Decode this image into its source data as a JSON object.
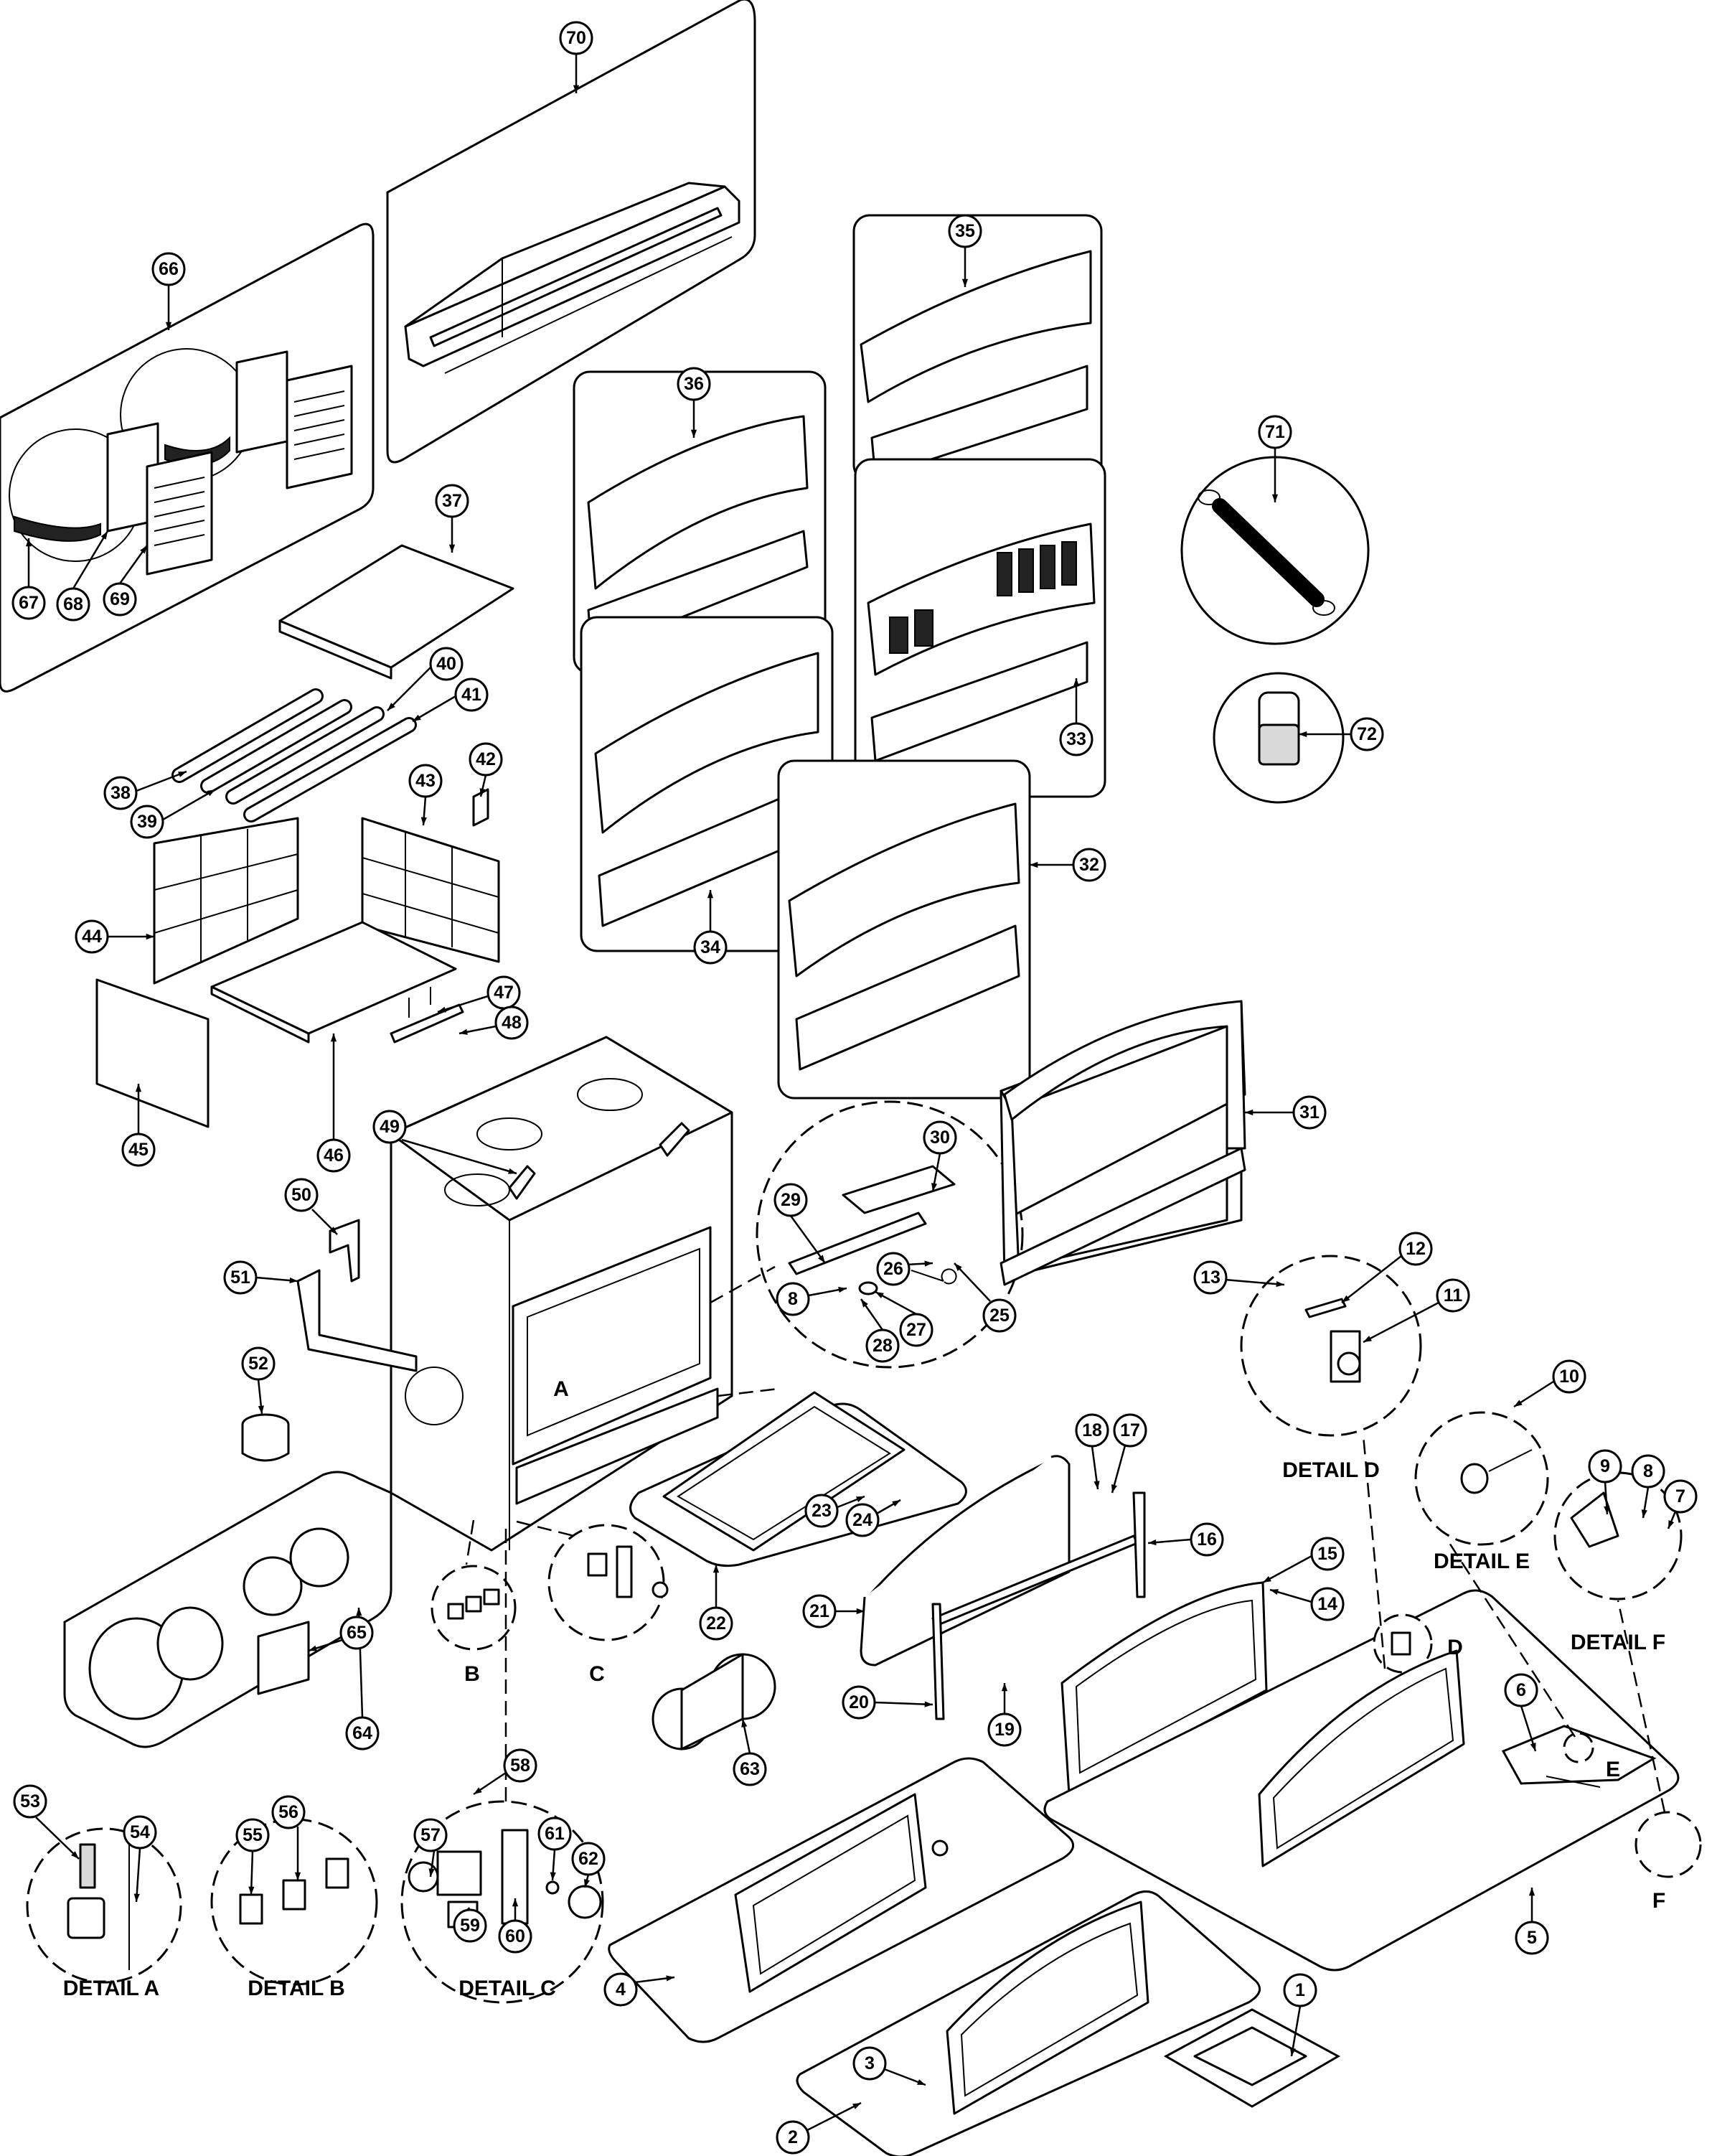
{
  "callouts": [
    "1",
    "2",
    "3",
    "4",
    "5",
    "6",
    "7",
    "8",
    "8",
    "9",
    "10",
    "11",
    "12",
    "13",
    "14",
    "15",
    "16",
    "17",
    "18",
    "19",
    "20",
    "21",
    "22",
    "23",
    "24",
    "25",
    "26",
    "27",
    "28",
    "29",
    "30",
    "31",
    "32",
    "33",
    "34",
    "35",
    "36",
    "37",
    "38",
    "39",
    "40",
    "41",
    "42",
    "43",
    "44",
    "45",
    "46",
    "47",
    "48",
    "49",
    "50",
    "51",
    "52",
    "53",
    "54",
    "55",
    "56",
    "57",
    "58",
    "59",
    "60",
    "61",
    "62",
    "63",
    "64",
    "65",
    "66",
    "67",
    "68",
    "69",
    "70",
    "71",
    "72"
  ],
  "detail_titles": {
    "a": "DETAIL A",
    "b": "DETAIL B",
    "c": "DETAIL C",
    "d": "DETAIL D",
    "e": "DETAIL E",
    "f": "DETAIL F"
  },
  "letters": {
    "a": "A",
    "b": "B",
    "c": "C",
    "d": "D",
    "e": "E",
    "f": "F"
  }
}
